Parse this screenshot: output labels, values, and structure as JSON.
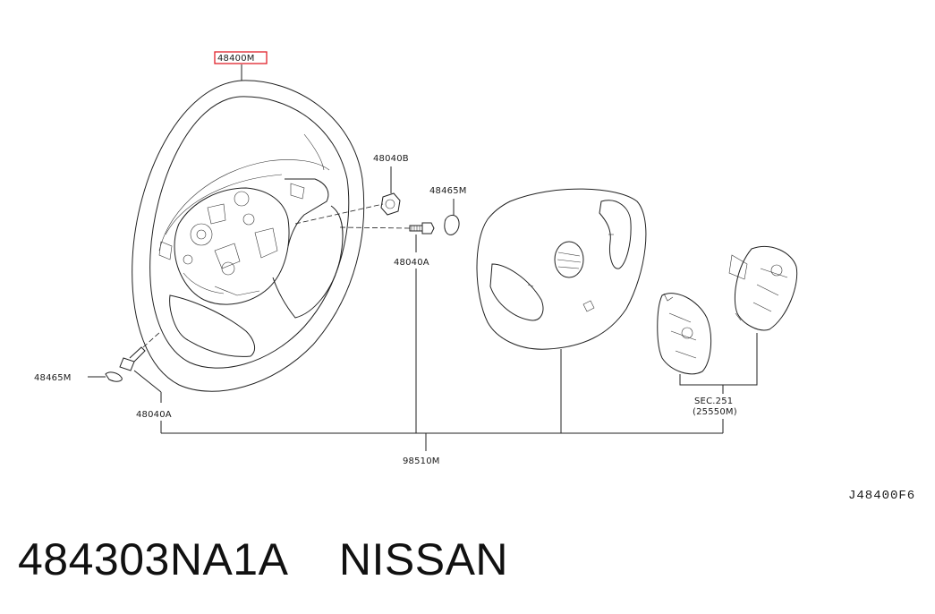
{
  "diagram": {
    "callouts": {
      "steering_wheel": "48400M",
      "nut": "48040B",
      "cap": "48465M",
      "bolt_center": "48040A",
      "cap_left": "48465M",
      "bolt_left": "48040A",
      "airbag_assy": "98510M",
      "switch_ref_line1": "SEC.251",
      "switch_ref_line2": "(25550M)"
    },
    "drawing_code": "J48400F6",
    "highlight_color": "#e0202a"
  },
  "caption": {
    "part_number": "484303NA1A",
    "brand": "NISSAN"
  }
}
